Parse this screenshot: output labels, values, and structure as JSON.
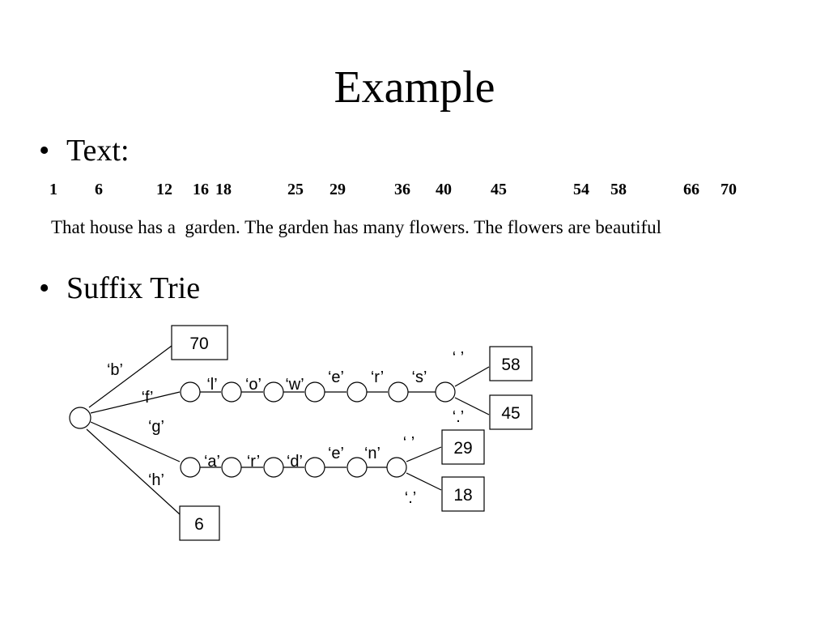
{
  "title": "Example",
  "bullets": [
    "Text:",
    "Suffix Trie"
  ],
  "bullet_glyph": "•",
  "text_section": {
    "positions": [
      "1",
      "6",
      "12",
      "16",
      "18",
      "25",
      "29",
      "36",
      "40",
      "45",
      "54",
      "58",
      "66",
      "70"
    ],
    "sentence": "That house has a  garden. The garden has many flowers. The flowers are beautiful"
  },
  "trie": {
    "root_edges": {
      "b": "‘b’",
      "f": "‘f’",
      "g": "‘g’",
      "h": "‘h’"
    },
    "branch_f": {
      "edges": [
        "‘l’",
        "‘o’",
        "‘w’",
        "‘e’",
        "‘r’",
        "‘s’"
      ],
      "fork_edges": [
        "‘ ’",
        "‘.’"
      ]
    },
    "branch_g": {
      "edges": [
        "‘a’",
        "‘r’",
        "‘d’",
        "‘e’",
        "‘n’"
      ],
      "fork_edges": [
        "‘ ’",
        "‘.’"
      ]
    },
    "leaves": {
      "b": "70",
      "h": "6",
      "f_space": "58",
      "f_dot": "45",
      "g_space": "29",
      "g_dot": "18"
    }
  }
}
